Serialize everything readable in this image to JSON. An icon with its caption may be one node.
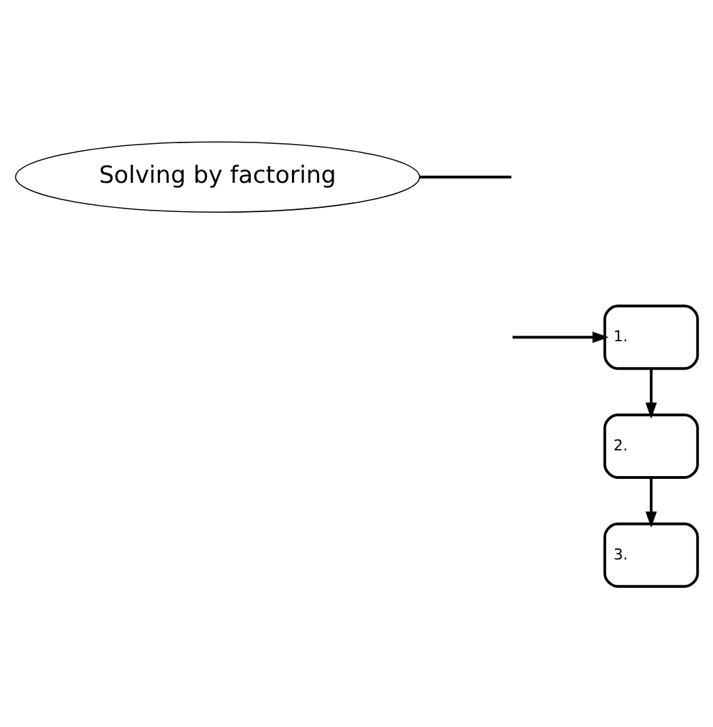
{
  "diagram": {
    "nodes": [
      {
        "text": [
          "Solving by factoring"
        ]
      },
      {
        "text": [
          "1."
        ]
      },
      {
        "text": [
          "2."
        ]
      },
      {
        "text": [
          "3."
        ]
      }
    ],
    "edges": [
      {
        "from": 0,
        "to": null,
        "arrow": "none"
      },
      {
        "from": null,
        "to": 1,
        "arrow": "to"
      },
      {
        "from": 1,
        "to": 2,
        "arrow": "to"
      },
      {
        "from": 2,
        "to": 3,
        "arrow": "to"
      }
    ]
  }
}
